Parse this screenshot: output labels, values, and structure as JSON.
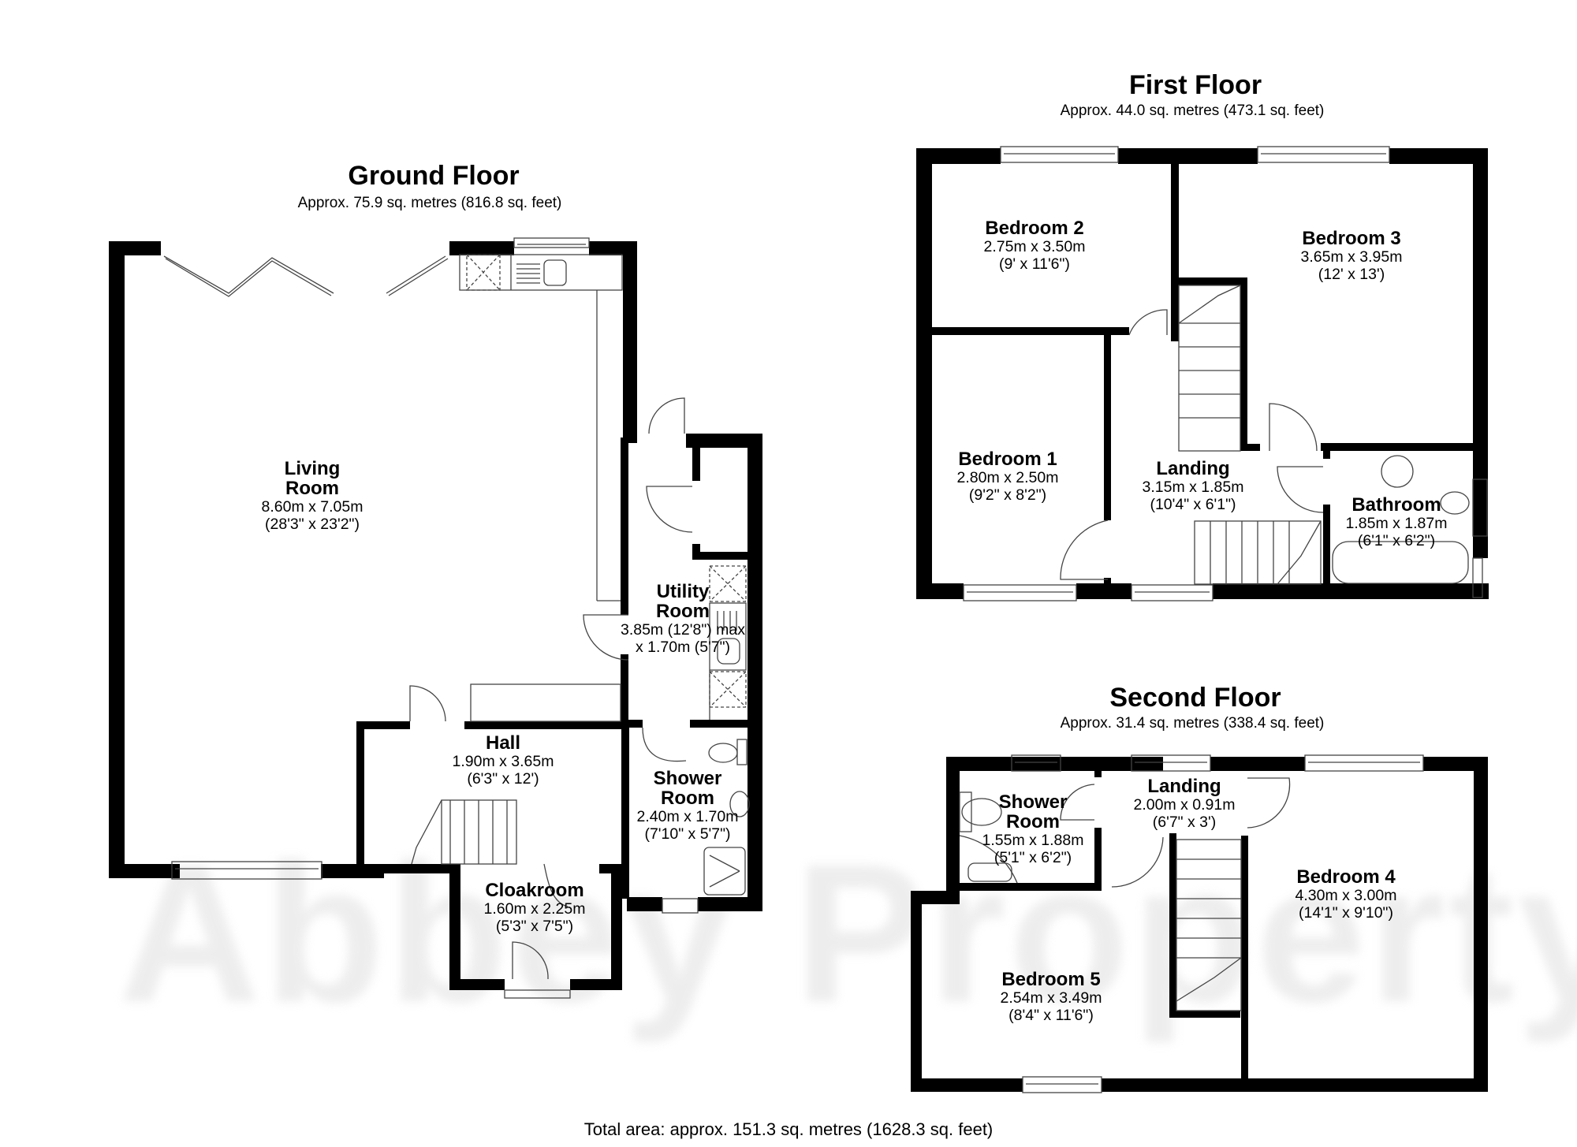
{
  "watermark": "Abbey Property",
  "total_area": "Total area: approx. 151.3 sq. metres (1628.3 sq. feet)",
  "ground_floor": {
    "title": "Ground Floor",
    "area": "Approx. 75.9 sq. metres (816.8 sq. feet)",
    "rooms": [
      {
        "name_line1": "Living",
        "name_line2": "Room",
        "metric": "8.60m x 7.05m",
        "imperial": "(28'3\" x 23'2\")"
      },
      {
        "name_line1": "Utility",
        "name_line2": "Room",
        "metric": "3.85m (12'8\") max",
        "imperial": "x 1.70m (5'7\")"
      },
      {
        "name": "Hall",
        "metric": "1.90m x 3.65m",
        "imperial": "(6'3\" x 12')"
      },
      {
        "name_line1": "Shower",
        "name_line2": "Room",
        "metric": "2.40m x 1.70m",
        "imperial": "(7'10\" x 5'7\")"
      },
      {
        "name": "Cloakroom",
        "metric": "1.60m x 2.25m",
        "imperial": "(5'3\" x 7'5\")"
      }
    ]
  },
  "first_floor": {
    "title": "First Floor",
    "area": "Approx. 44.0 sq. metres (473.1 sq. feet)",
    "rooms": [
      {
        "name": "Bedroom 2",
        "metric": "2.75m x 3.50m",
        "imperial": "(9' x 11'6\")"
      },
      {
        "name": "Bedroom 3",
        "metric": "3.65m x 3.95m",
        "imperial": "(12' x 13')"
      },
      {
        "name": "Bedroom 1",
        "metric": "2.80m x 2.50m",
        "imperial": "(9'2\" x 8'2\")"
      },
      {
        "name": "Landing",
        "metric": "3.15m x 1.85m",
        "imperial": "(10'4\" x 6'1\")"
      },
      {
        "name": "Bathroom",
        "metric": "1.85m x 1.87m",
        "imperial": "(6'1\" x 6'2\")"
      }
    ]
  },
  "second_floor": {
    "title": "Second Floor",
    "area": "Approx. 31.4 sq. metres (338.4 sq. feet)",
    "rooms": [
      {
        "name_line1": "Shower",
        "name_line2": "Room",
        "metric": "1.55m x 1.88m",
        "imperial": "(5'1\" x 6'2\")"
      },
      {
        "name": "Landing",
        "metric": "2.00m x 0.91m",
        "imperial": "(6'7\" x 3')"
      },
      {
        "name": "Bedroom 4",
        "metric": "4.30m x 3.00m",
        "imperial": "(14'1\" x 9'10\")"
      },
      {
        "name": "Bedroom 5",
        "metric": "2.54m x 3.49m",
        "imperial": "(8'4\" x 11'6\")"
      }
    ]
  },
  "colors": {
    "wall": "#000000",
    "background": "#ffffff",
    "fixture_line": "#555555",
    "watermark": "#e8e8e8"
  }
}
